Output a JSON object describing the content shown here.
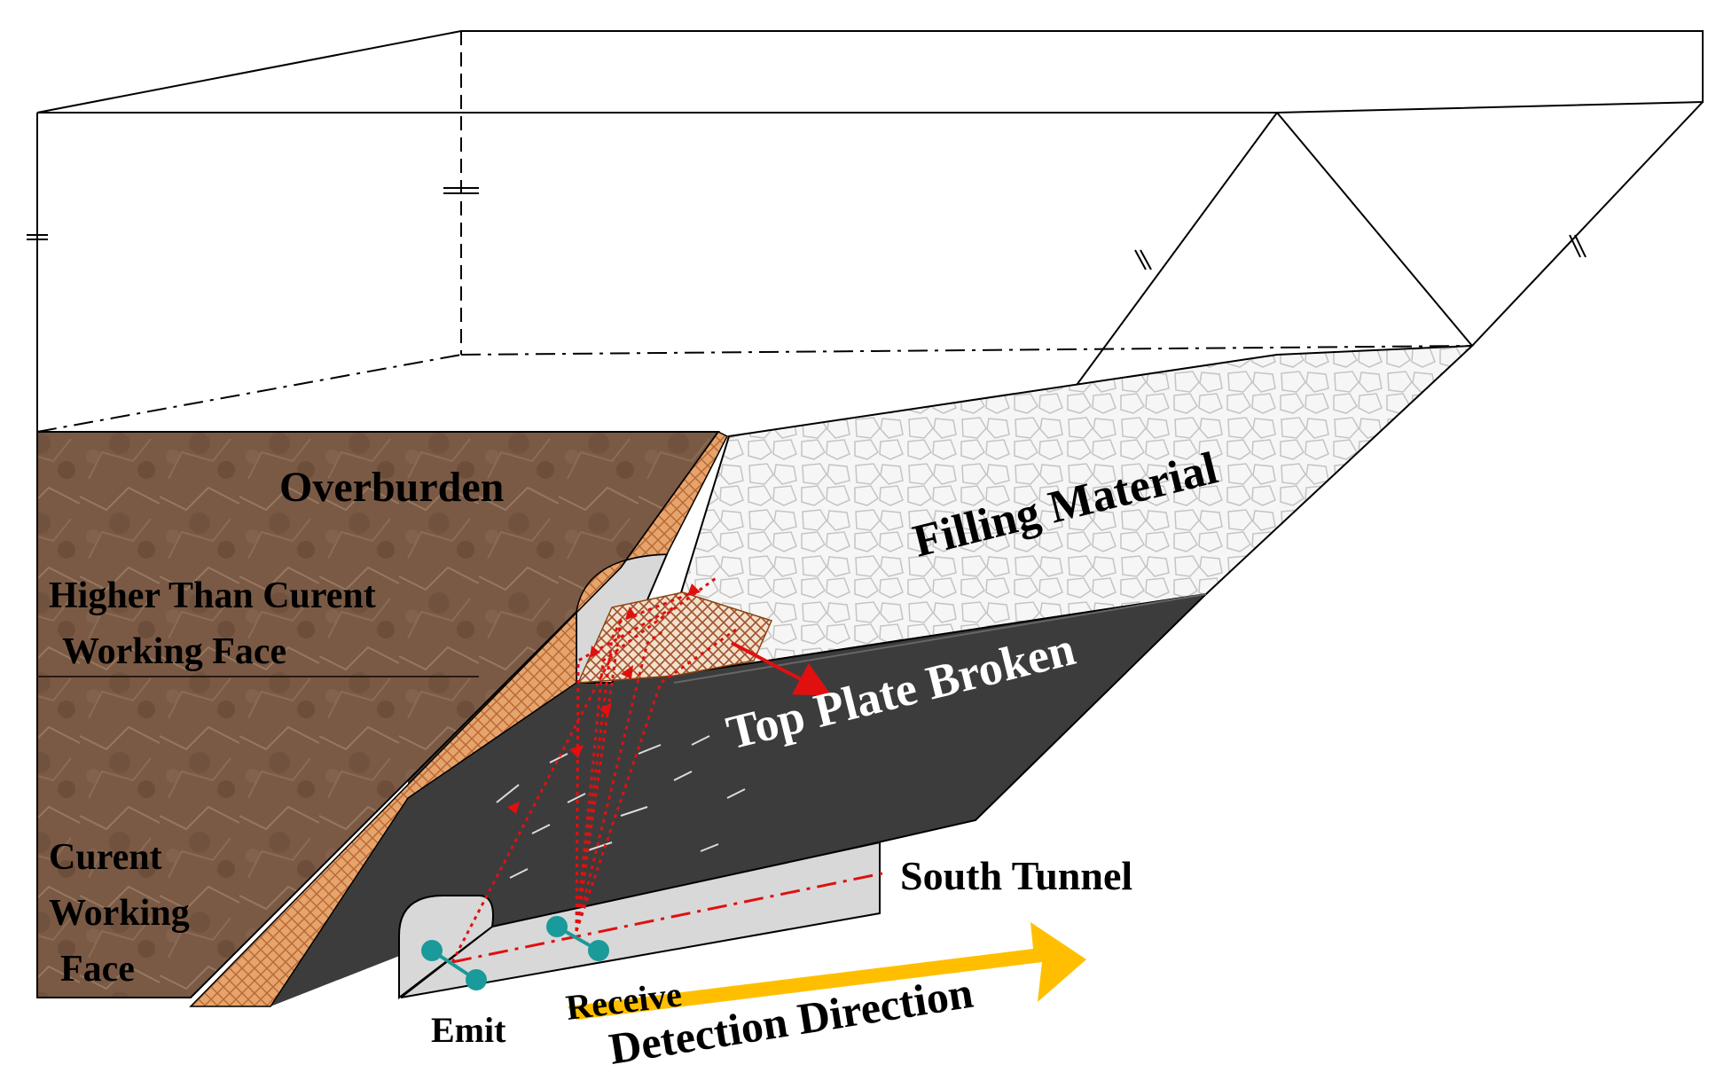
{
  "labels": {
    "overburden": "Overburden",
    "higher_line1": "Higher Than Curent",
    "higher_line2": "Working Face",
    "current_line1": "Curent",
    "current_line2": "Working",
    "current_line3": "Face",
    "filling_material": "Filling Material",
    "top_plate_broken": "Top Plate Broken",
    "south_tunnel": "South Tunnel",
    "emit": "Emit",
    "receive": "Receive",
    "detection_direction": "Detection Direction"
  },
  "colors": {
    "rock": "#7a5a45",
    "rock_dark": "#5e4232",
    "coal_band": "#e6a46c",
    "broken_plate": "#3c3c3c",
    "tunnel": "#d8d8d8",
    "filling": "#f6f6f6",
    "ray": "#e01010",
    "sensor": "#1a9a9a",
    "arrow": "#ffbf00"
  }
}
